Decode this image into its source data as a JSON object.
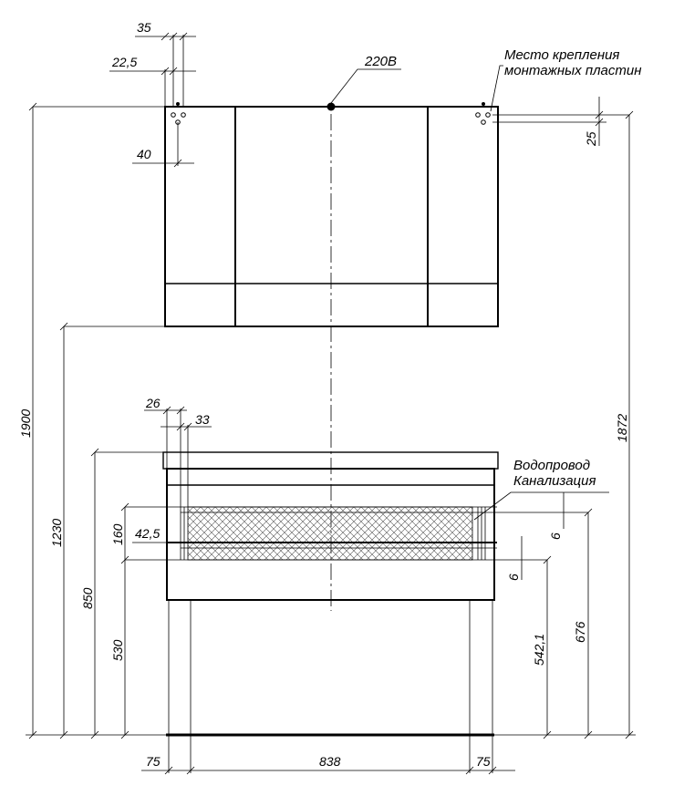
{
  "labels": {
    "power": "220В",
    "mount_line1": "Место крепления",
    "mount_line2": "монтажных пластин",
    "water": "Водопровод",
    "sewer": "Канализация"
  },
  "dims": {
    "d35": "35",
    "d22_5": "22,5",
    "d40": "40",
    "d25": "25",
    "d1900": "1900",
    "d1872": "1872",
    "d1230": "1230",
    "d26": "26",
    "d33": "33",
    "d160": "160",
    "d42_5": "42,5",
    "d850": "850",
    "d530": "530",
    "d6a": "6",
    "d6b": "6",
    "d676": "676",
    "d542_1": "542,1",
    "d75a": "75",
    "d838": "838",
    "d75b": "75"
  }
}
